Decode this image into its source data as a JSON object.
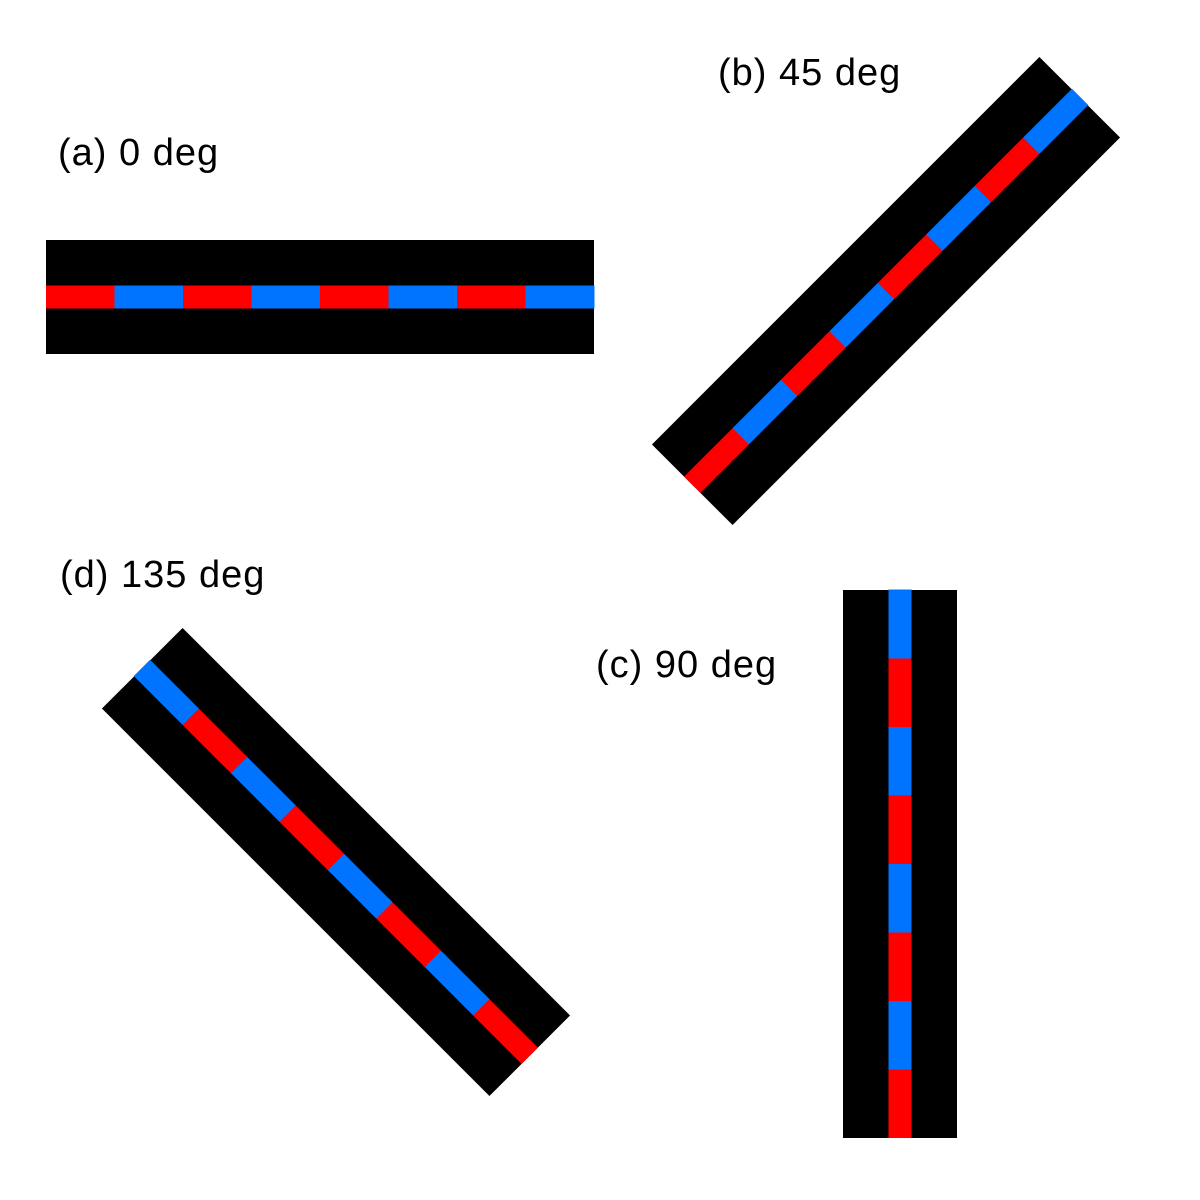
{
  "colors": {
    "background": "#ffffff",
    "bar": "#000000",
    "segment_red": "#ff0000",
    "segment_blue": "#0073ff"
  },
  "segment_pattern": [
    "red",
    "blue",
    "red",
    "blue",
    "red",
    "blue",
    "red",
    "blue"
  ],
  "panels": [
    {
      "id": "a",
      "label": "(a) 0 deg",
      "angle_deg": 0
    },
    {
      "id": "b",
      "label": "(b) 45 deg",
      "angle_deg": 45
    },
    {
      "id": "c",
      "label": "(c) 90 deg",
      "angle_deg": 90
    },
    {
      "id": "d",
      "label": "(d) 135 deg",
      "angle_deg": 135
    }
  ]
}
